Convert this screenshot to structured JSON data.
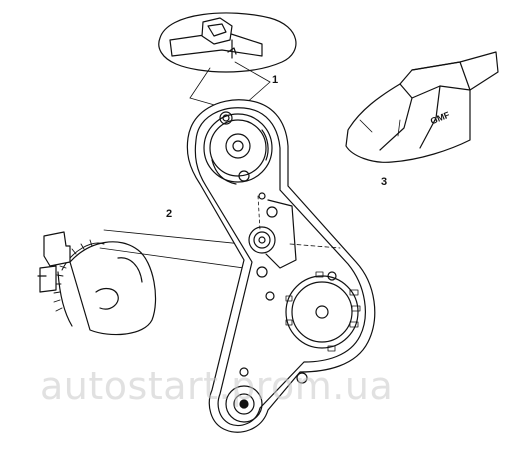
{
  "callouts": {
    "one": "1",
    "two": "2",
    "three": "3"
  },
  "belt_marking": "GMF",
  "watermark": "autostart.prom.ua",
  "colors": {
    "line": "#111111",
    "watermark": "#c8c8c8",
    "background": "#ffffff"
  }
}
